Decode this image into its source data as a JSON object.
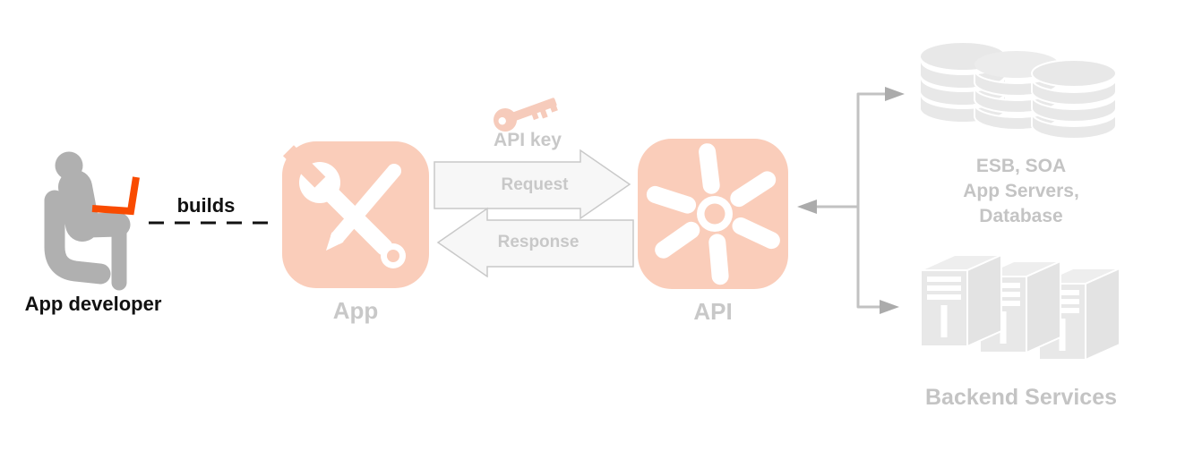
{
  "developer": {
    "label": "App developer",
    "relation_label": "builds"
  },
  "app": {
    "label": "App",
    "icon": "wrench-pencil-icon"
  },
  "api": {
    "label": "API",
    "icon": "gear-spark-icon"
  },
  "flow": {
    "api_key_label": "API key",
    "key_icon": "key-icon",
    "request_label": "Request",
    "response_label": "Response"
  },
  "backend": {
    "datastore_lines": [
      "ESB, SOA",
      "App Servers,",
      "Database"
    ],
    "datastore_icon": "database-stack-icon",
    "services_label": "Backend Services",
    "services_icon": "server-stack-icon"
  },
  "colors": {
    "tile_salmon": "#facdba",
    "key_salmon": "#f6cbbb",
    "laptop_orange": "#f94b00",
    "person_gray": "#b0b0b0",
    "faded_label_gray": "#c8c8c8",
    "faded_shape_gray": "#e8e8e8",
    "connector_gray": "#c2c2c2",
    "arrow_fill": "#f7f7f7",
    "text_black": "#111111"
  }
}
